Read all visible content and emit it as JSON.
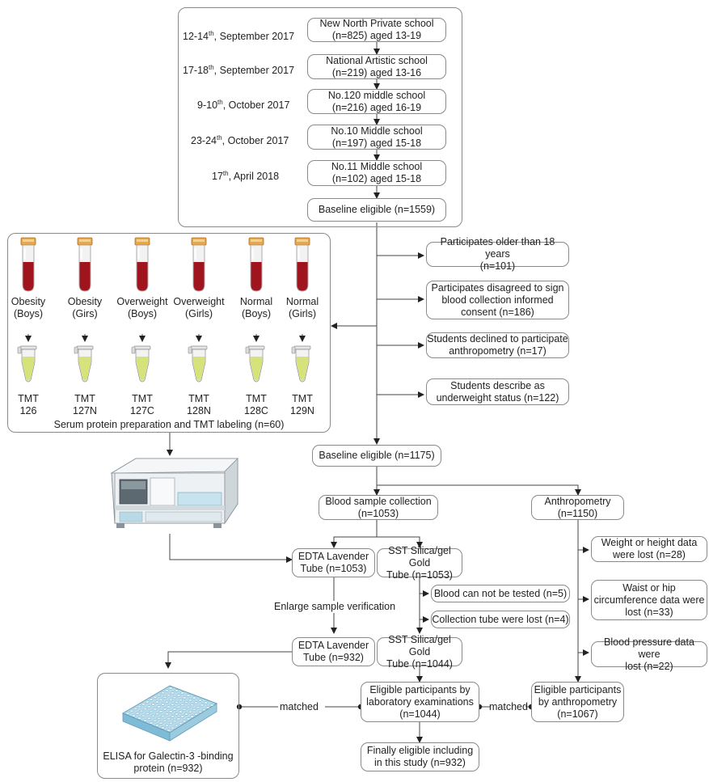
{
  "timeline": [
    {
      "day": "12-14",
      "sup": "th",
      "rest": ", September 2017"
    },
    {
      "day": "17-18",
      "sup": "th",
      "rest": ", September 2017"
    },
    {
      "day": "9-10",
      "sup": "th",
      "rest": ", October 2017"
    },
    {
      "day": "23-24",
      "sup": "th",
      "rest": ", October 2017"
    },
    {
      "day": "17",
      "sup": "th",
      "rest": ", April 2018"
    }
  ],
  "schools": [
    "New North Private school\n(n=825) aged 13-19",
    "National Artistic school\n(n=219) aged 13-16",
    "No.120 middle school\n(n=216) aged 16-19",
    "No.10 Middle school\n(n=197) aged 15-18",
    "No.11 Middle school\n(n=102) aged 15-18"
  ],
  "baseline1": "Baseline eligible (n=1559)",
  "exclusions": [
    "Participates older than 18 years\n(n=101)",
    "Participates disagreed to sign\nblood collection informed\nconsent (n=186)",
    "Students declined to participate\nanthropometry (n=17)",
    "Students describe as\nunderweight status (n=122)"
  ],
  "groups": [
    {
      "label": "Obesity\n(Boys)",
      "tmt": "TMT\n126"
    },
    {
      "label": "Obesity\n(Girs)",
      "tmt": "TMT\n127N"
    },
    {
      "label": "Overweight\n(Boys)",
      "tmt": "TMT\n127C"
    },
    {
      "label": "Overweight\n(Girls)",
      "tmt": "TMT\n128N"
    },
    {
      "label": "Normal\n(Boys)",
      "tmt": "TMT\n128C"
    },
    {
      "label": "Normal\n(Girls)",
      "tmt": "TMT\n129N"
    }
  ],
  "tmt_caption": "Serum protein preparation and TMT labeling (n=60)",
  "baseline2": "Baseline eligible (n=1175)",
  "blood_collection": "Blood sample collection\n(n=1053)",
  "anthropometry": "Anthropometry\n(n=1150)",
  "edta1": "EDTA Lavender\nTube (n=1053)",
  "sst1": "SST Silica/gel Gold\nTube (n=1053)",
  "blood_exclusions": [
    "Blood can not be tested (n=5)",
    "Collection tube were lost (n=4)"
  ],
  "enlarge": "Enlarge sample verification",
  "edta2": "EDTA Lavender\nTube (n=932)",
  "sst2": "SST Silica/gel Gold\nTube (n=1044)",
  "anthro_exclusions": [
    "Weight or height data\nwere lost (n=28)",
    "Waist or hip\ncircumference data were\nlost (n=33)",
    "Blood pressure data were\nlost (n=22)"
  ],
  "elisa": "ELISA for Galectin-3 -binding\nprotein (n=932)",
  "matched": "matched",
  "lab_eligible": "Eligible participants by\nlaboratory examinations\n(n=1044)",
  "anthro_eligible": "Eligible participants\nby anthropometry\n(n=1067)",
  "final": "Finally eligible including\nin this study (n=932)",
  "colors": {
    "blood": "#a0141e",
    "serum": "#d6e27a",
    "cap": "#f0b85a",
    "line": "#333333"
  }
}
